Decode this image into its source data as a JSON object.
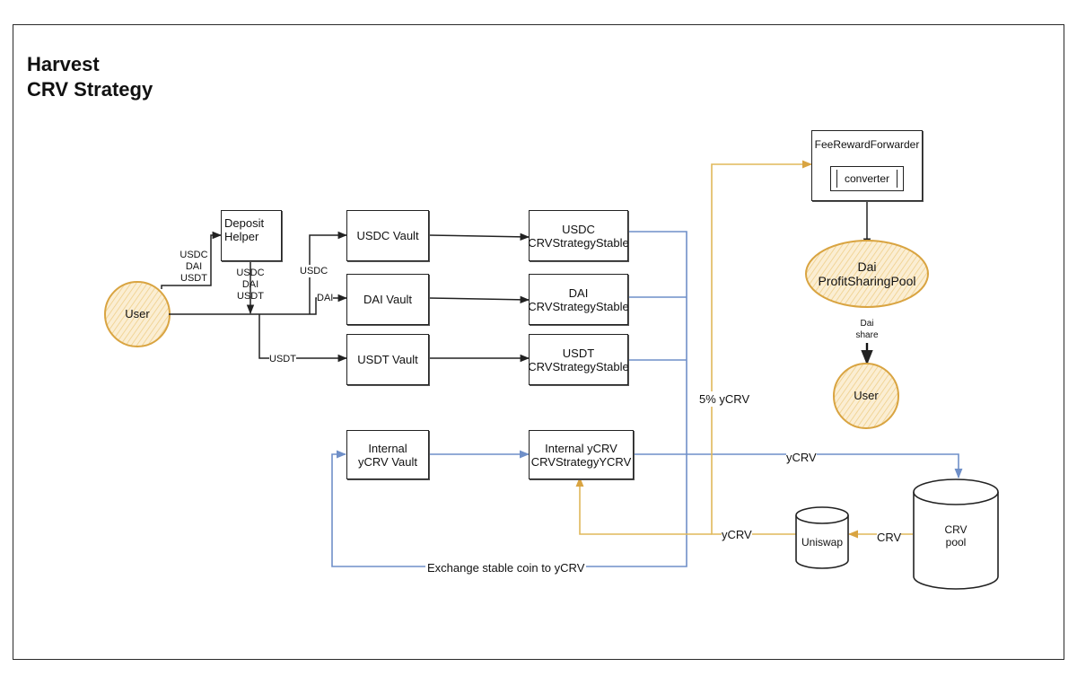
{
  "title": {
    "line1": "Harvest",
    "line2": "CRV Strategy"
  },
  "nodes": {
    "user_left": "User",
    "deposit_helper": {
      "line1": "Deposit",
      "line2": "Helper"
    },
    "usdc_vault": "USDC Vault",
    "dai_vault": "DAI Vault",
    "usdt_vault": "USDT Vault",
    "internal_ycrv_vault": {
      "line1": "Internal",
      "line2": "yCRV Vault"
    },
    "usdc_strategy": {
      "line1": "USDC",
      "line2": "CRVStrategyStable"
    },
    "dai_strategy": {
      "line1": "DAI",
      "line2": "CRVStrategyStable"
    },
    "usdt_strategy": {
      "line1": "USDT",
      "line2": "CRVStrategyStable"
    },
    "internal_strategy": {
      "line1": "Internal yCRV",
      "line2": "CRVStrategyYCRV"
    },
    "fee_forwarder": "FeeRewardForwarder",
    "converter": "converter",
    "profit_pool": {
      "line1": "Dai",
      "line2": "ProfitSharingPool"
    },
    "user_right": "User",
    "uniswap": "Uniswap",
    "crv_pool": {
      "line1": "CRV",
      "line2": "pool"
    }
  },
  "edge_labels": {
    "user_to_helper": {
      "line1": "USDC",
      "line2": "DAI",
      "line3": "USDT"
    },
    "helper_out": {
      "line1": "USDC",
      "line2": "DAI",
      "line3": "USDT"
    },
    "usdc": "USDC",
    "dai": "DAI",
    "usdt": "USDT",
    "five_pct": "5% yCRV",
    "ycrv_to_pool": "yCRV",
    "ycrv_from_uniswap": "yCRV",
    "crv": "CRV",
    "exchange": "Exchange stable coin to yCRV",
    "dai_share": {
      "line1": "Dai",
      "line2": "share"
    }
  },
  "colors": {
    "blue_flow": "#6f8fc8",
    "yellow_flow": "#e0b85a",
    "node_fill": "#f6ddb0",
    "node_stroke": "#d9a441"
  }
}
